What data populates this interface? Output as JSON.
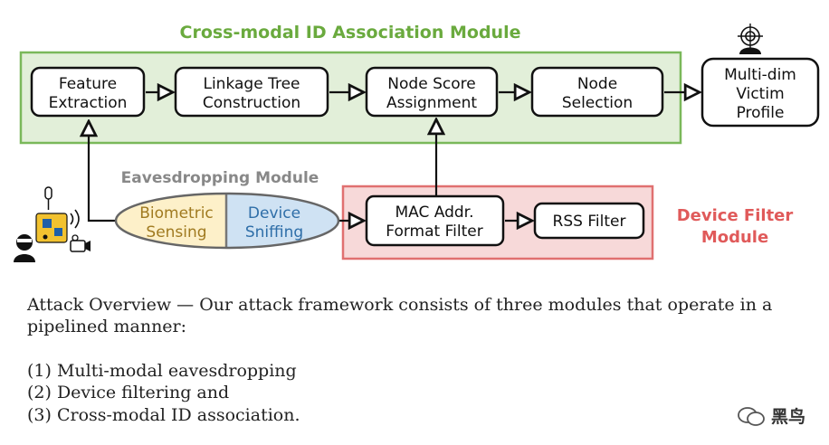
{
  "modules": {
    "crossmodal_title": "Cross-modal ID Association Module",
    "eavesdropping_title": "Eavesdropping Module",
    "device_filter_title_line1": "Device Filter",
    "device_filter_title_line2": "Module"
  },
  "nodes": {
    "feature_extraction": [
      "Feature",
      "Extraction"
    ],
    "linkage_tree": [
      "Linkage Tree",
      "Construction"
    ],
    "node_score": [
      "Node Score",
      "Assignment"
    ],
    "node_selection": [
      "Node",
      "Selection"
    ],
    "victim_profile": [
      "Multi-dim",
      "Victim",
      "Profile"
    ],
    "biometric_sensing": [
      "Biometric",
      "Sensing"
    ],
    "device_sniffing": [
      "Device",
      "Sniffing"
    ],
    "mac_filter": [
      "MAC Addr.",
      "Format Filter"
    ],
    "rss_filter": [
      "RSS Filter"
    ]
  },
  "caption": {
    "line1": "Attack Overview — Our attack framework consists of three modules that operate in a",
    "line2": "pipelined manner:",
    "items": [
      "(1) Multi-modal eavesdropping",
      "(2) Device filtering and",
      "(3) Cross-modal ID association."
    ]
  },
  "watermark": {
    "text": "黑鸟"
  },
  "colors": {
    "green_fill": "#e2efd9",
    "green_border": "#7ab85a",
    "green_title": "#6aaa3e",
    "red_fill": "#f7d9d9",
    "red_border": "#e07070",
    "red_title": "#e05a5a",
    "biometric_fill": "#fdf0c9",
    "sniffing_fill": "#cfe2f3",
    "gray_title": "#888888"
  }
}
